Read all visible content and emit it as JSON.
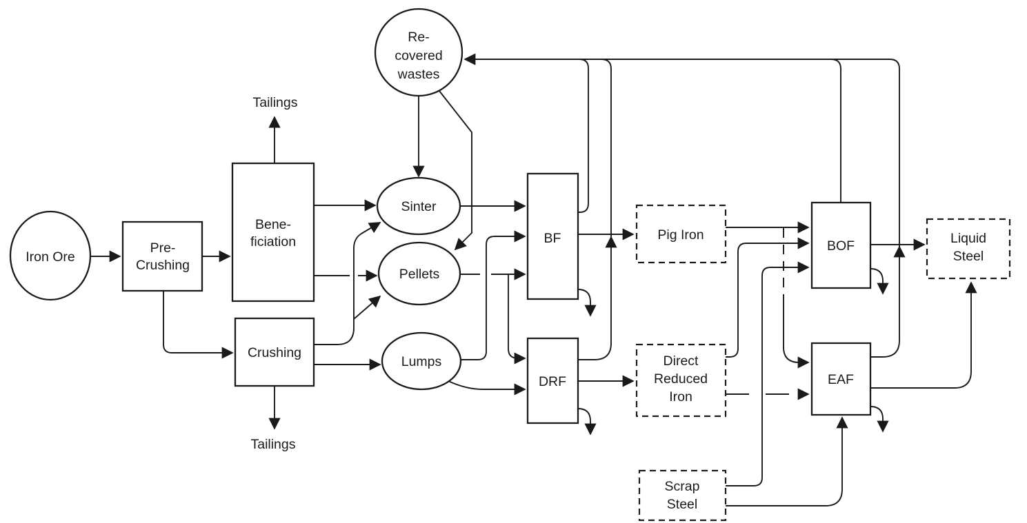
{
  "diagram": {
    "description": "Iron ore to liquid steel process flow diagram",
    "colors": {
      "background": "#ffffff",
      "stroke": "#1a1a1a",
      "text": "#1a1a1a"
    },
    "nodes": {
      "iron_ore": {
        "shape": "ellipse",
        "label": "Iron Ore"
      },
      "pre_crushing": {
        "shape": "rect",
        "lines": [
          "Pre-",
          "Crushing"
        ]
      },
      "beneficiation": {
        "shape": "rect",
        "lines": [
          "Bene-",
          "ficiation"
        ]
      },
      "crushing": {
        "shape": "rect",
        "label": "Crushing"
      },
      "tailings_top": {
        "shape": "text",
        "label": "Tailings"
      },
      "tailings_bottom": {
        "shape": "text",
        "label": "Tailings"
      },
      "recovered_wastes": {
        "shape": "circle",
        "lines": [
          "Re-",
          "covered",
          "wastes"
        ]
      },
      "sinter": {
        "shape": "ellipse",
        "label": "Sinter"
      },
      "pellets": {
        "shape": "ellipse",
        "label": "Pellets"
      },
      "lumps": {
        "shape": "ellipse",
        "label": "Lumps"
      },
      "bf": {
        "shape": "rect",
        "label": "BF"
      },
      "drf": {
        "shape": "rect",
        "label": "DRF"
      },
      "pig_iron": {
        "shape": "dashed-rect",
        "label": "Pig Iron"
      },
      "direct_reduced_iron": {
        "shape": "dashed-rect",
        "lines": [
          "Direct",
          "Reduced",
          "Iron"
        ]
      },
      "scrap_steel": {
        "shape": "dashed-rect",
        "lines": [
          "Scrap",
          "Steel"
        ]
      },
      "bof": {
        "shape": "rect",
        "label": "BOF"
      },
      "eaf": {
        "shape": "rect",
        "label": "EAF"
      },
      "liquid_steel": {
        "shape": "dashed-rect",
        "lines": [
          "Liquid",
          "Steel"
        ]
      }
    },
    "edges": [
      {
        "from": "iron_ore",
        "to": "pre_crushing"
      },
      {
        "from": "pre_crushing",
        "to": "beneficiation"
      },
      {
        "from": "pre_crushing",
        "to": "crushing"
      },
      {
        "from": "beneficiation",
        "to": "tailings_top"
      },
      {
        "from": "crushing",
        "to": "tailings_bottom"
      },
      {
        "from": "beneficiation",
        "to": "sinter"
      },
      {
        "from": "beneficiation",
        "to": "pellets"
      },
      {
        "from": "crushing",
        "to": "sinter"
      },
      {
        "from": "crushing",
        "to": "pellets"
      },
      {
        "from": "crushing",
        "to": "lumps"
      },
      {
        "from": "recovered_wastes",
        "to": "sinter"
      },
      {
        "from": "recovered_wastes",
        "to": "pellets"
      },
      {
        "from": "sinter",
        "to": "bf"
      },
      {
        "from": "lumps",
        "to": "bf"
      },
      {
        "from": "pellets",
        "to": "bf"
      },
      {
        "from": "pellets",
        "to": "drf"
      },
      {
        "from": "lumps",
        "to": "drf"
      },
      {
        "from": "bf",
        "to": "pig_iron"
      },
      {
        "from": "bf",
        "to": "recovered_wastes"
      },
      {
        "from": "bf",
        "to": "waste_discard"
      },
      {
        "from": "drf",
        "to": "direct_reduced_iron"
      },
      {
        "from": "drf",
        "to": "recovered_wastes"
      },
      {
        "from": "drf",
        "to": "waste_discard"
      },
      {
        "from": "pig_iron",
        "to": "bof"
      },
      {
        "from": "pig_iron",
        "to": "eaf"
      },
      {
        "from": "direct_reduced_iron",
        "to": "bof"
      },
      {
        "from": "direct_reduced_iron",
        "to": "eaf"
      },
      {
        "from": "scrap_steel",
        "to": "bof"
      },
      {
        "from": "scrap_steel",
        "to": "eaf"
      },
      {
        "from": "bof",
        "to": "liquid_steel"
      },
      {
        "from": "bof",
        "to": "recovered_wastes"
      },
      {
        "from": "bof",
        "to": "waste_discard"
      },
      {
        "from": "eaf",
        "to": "liquid_steel"
      },
      {
        "from": "eaf",
        "to": "recovered_wastes"
      },
      {
        "from": "eaf",
        "to": "waste_discard"
      }
    ]
  }
}
